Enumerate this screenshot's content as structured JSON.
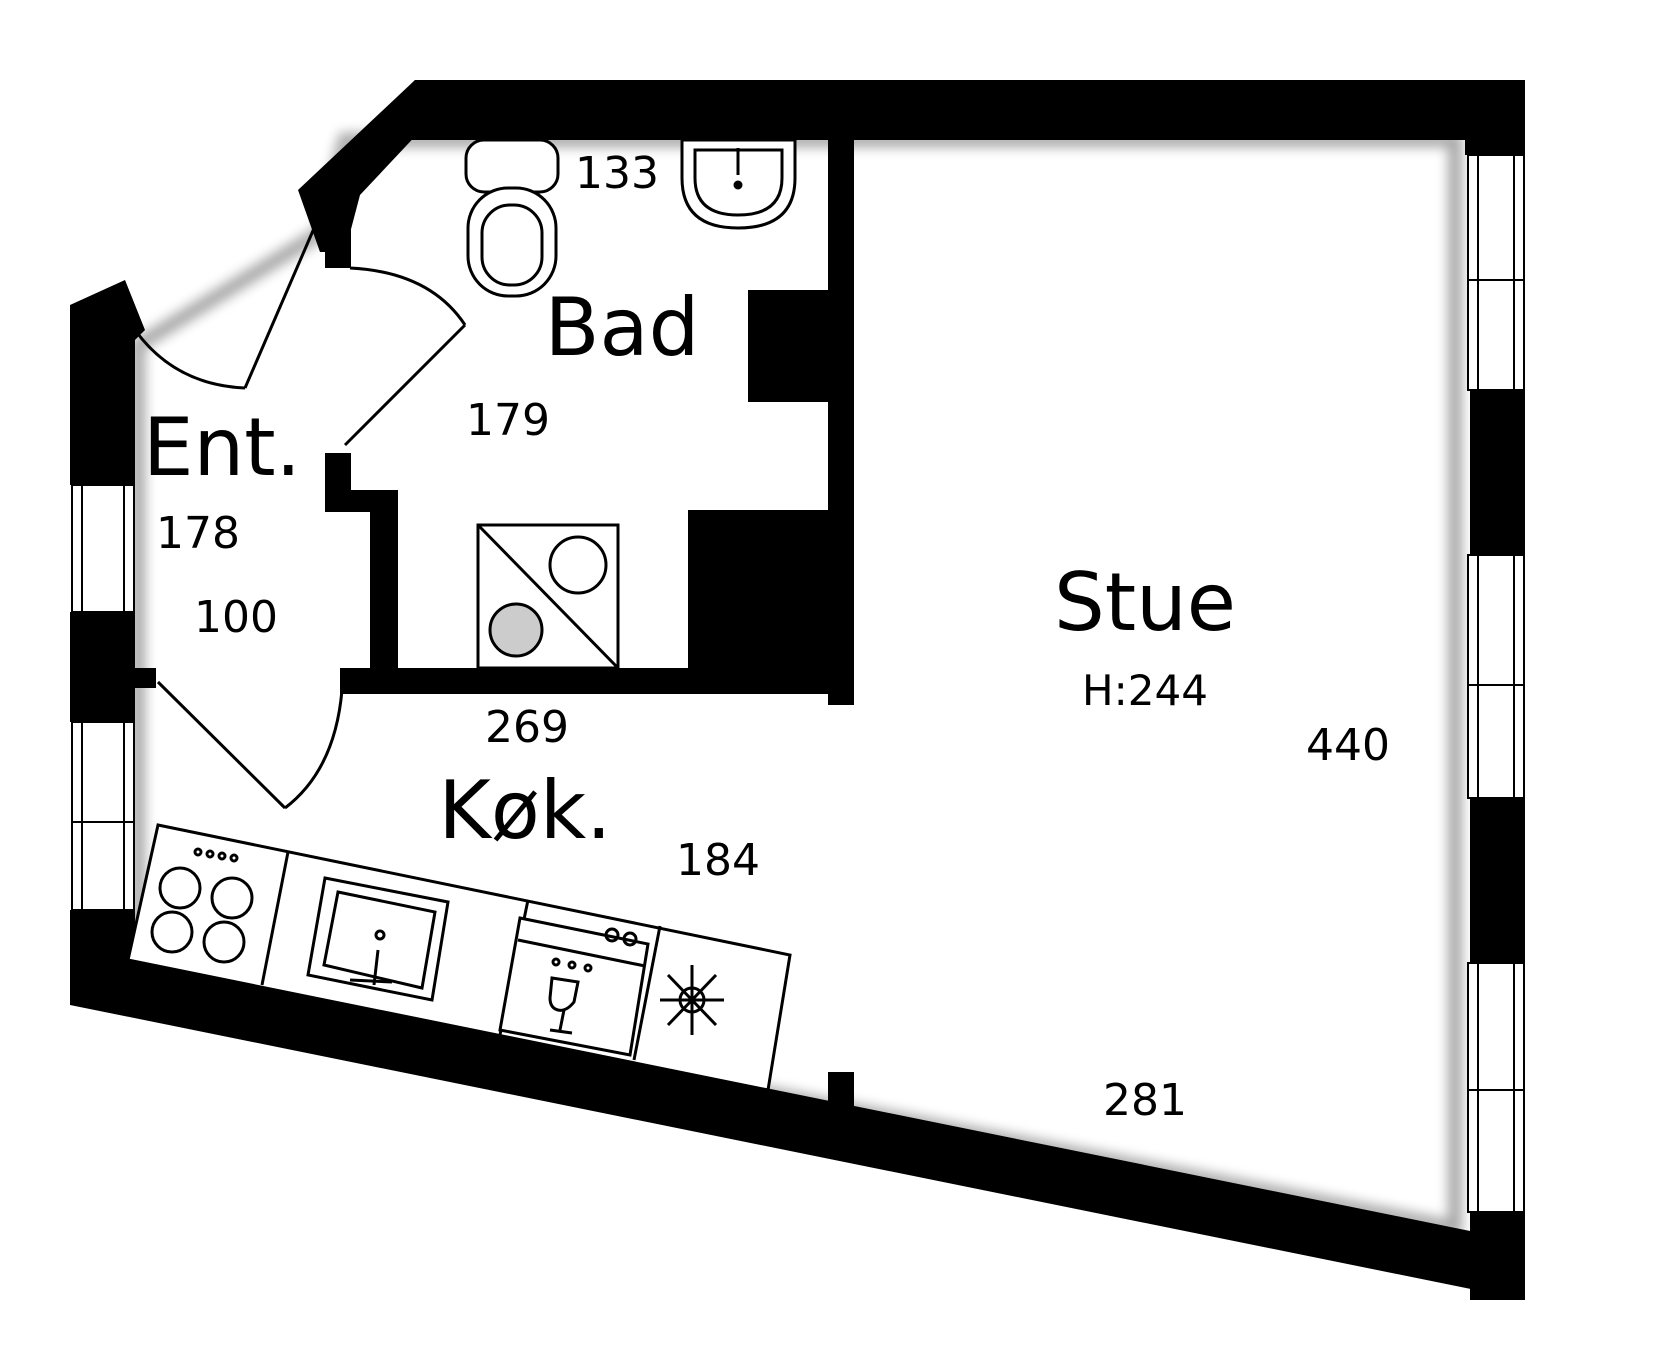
{
  "rooms": {
    "bad": {
      "name": "Bad"
    },
    "ent": {
      "name": "Ent."
    },
    "kok": {
      "name": "Køk."
    },
    "stue": {
      "name": "Stue",
      "height_label": "H:244"
    }
  },
  "dimensions": {
    "bad_top": "133",
    "bad_depth": "179",
    "ent_length": "178",
    "ent_width": "100",
    "kok_top": "269",
    "kok_width": "184",
    "stue_depth": "440",
    "stue_bottom": "281"
  },
  "fixtures": [
    "toilet",
    "washbasin",
    "shower",
    "stove",
    "kitchen-sink",
    "dishwasher",
    "fridge"
  ],
  "colors": {
    "wall": "#000000",
    "background": "#ffffff"
  }
}
